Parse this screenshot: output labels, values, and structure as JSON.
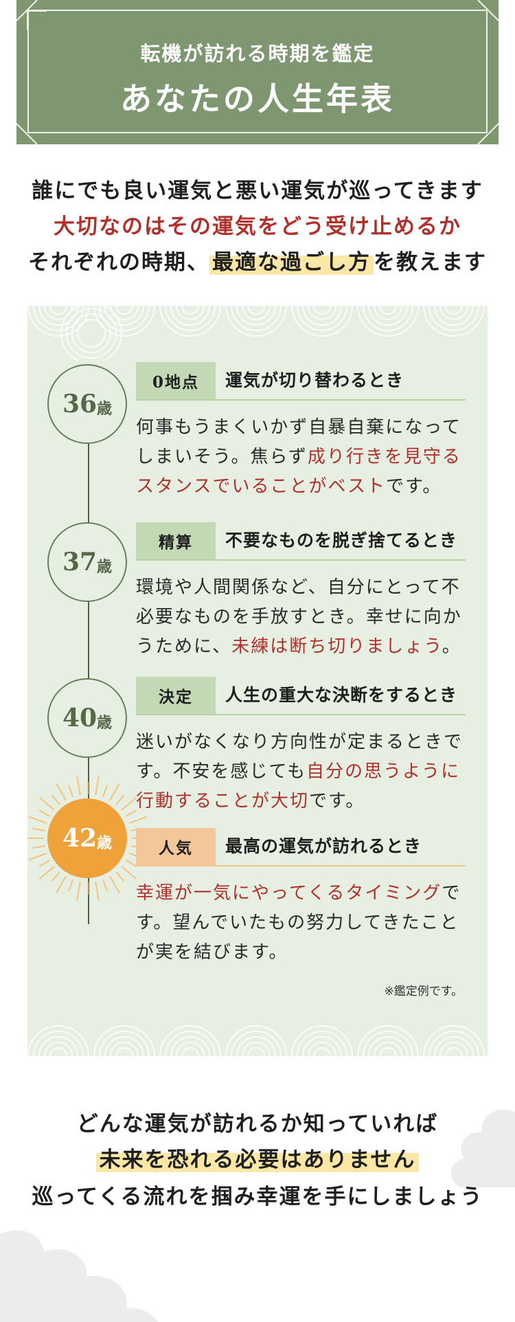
{
  "header": {
    "subtitle": "転機が訪れる時期を鑑定",
    "title": "あなたの人生年表"
  },
  "intro": {
    "line1": "誰にでも良い運気と悪い運気が巡ってきます",
    "line2": "大切なのはその運気をどう受け止めるか",
    "line3_before": "それぞれの時期、",
    "line3_highlight": "最適な過ごし方",
    "line3_after": "を教えます"
  },
  "timeline": [
    {
      "age": "36",
      "unit": "歳",
      "tag": "0地点",
      "title": "運気が切り替わるとき",
      "body_before": "何事もうまくいかず自暴自棄になってしまいそう。焦らず",
      "body_red": "成り行きを見守るスタンスでいることがベスト",
      "body_after": "です。"
    },
    {
      "age": "37",
      "unit": "歳",
      "tag": "精算",
      "title": "不要なものを脱ぎ捨てるとき",
      "body_before": "環境や人間関係など、自分にとって不必要なものを手放すとき。幸せに向かうために、",
      "body_red": "未練は断ち切りましょう",
      "body_after": "。"
    },
    {
      "age": "40",
      "unit": "歳",
      "tag": "決定",
      "title": "人生の重大な決断をするとき",
      "body_before": "迷いがなくなり方向性が定まるときです。不安を感じても",
      "body_red": "自分の思うように行動することが大切",
      "body_after": "です。"
    },
    {
      "age": "42",
      "unit": "歳",
      "tag": "人気",
      "title": "最高の運気が訪れるとき",
      "body_before": "",
      "body_red": "幸運が一気にやってくるタイミング",
      "body_after": "です。望んでいたもの努力してきたことが実を結びます。"
    }
  ],
  "note": "※鑑定例です。",
  "closing": {
    "line1": "どんな運気が訪れるか知っていれば",
    "line2": "未来を恐れる必要はありません",
    "line3": "巡ってくる流れを掴み幸運を手にしましょう"
  },
  "colors": {
    "header_bg": "#7f9771",
    "panel_bg": "#e6efe2",
    "accent_red": "#b0312c",
    "highlight": "#fbe8a6",
    "sun": "#efa23a"
  }
}
